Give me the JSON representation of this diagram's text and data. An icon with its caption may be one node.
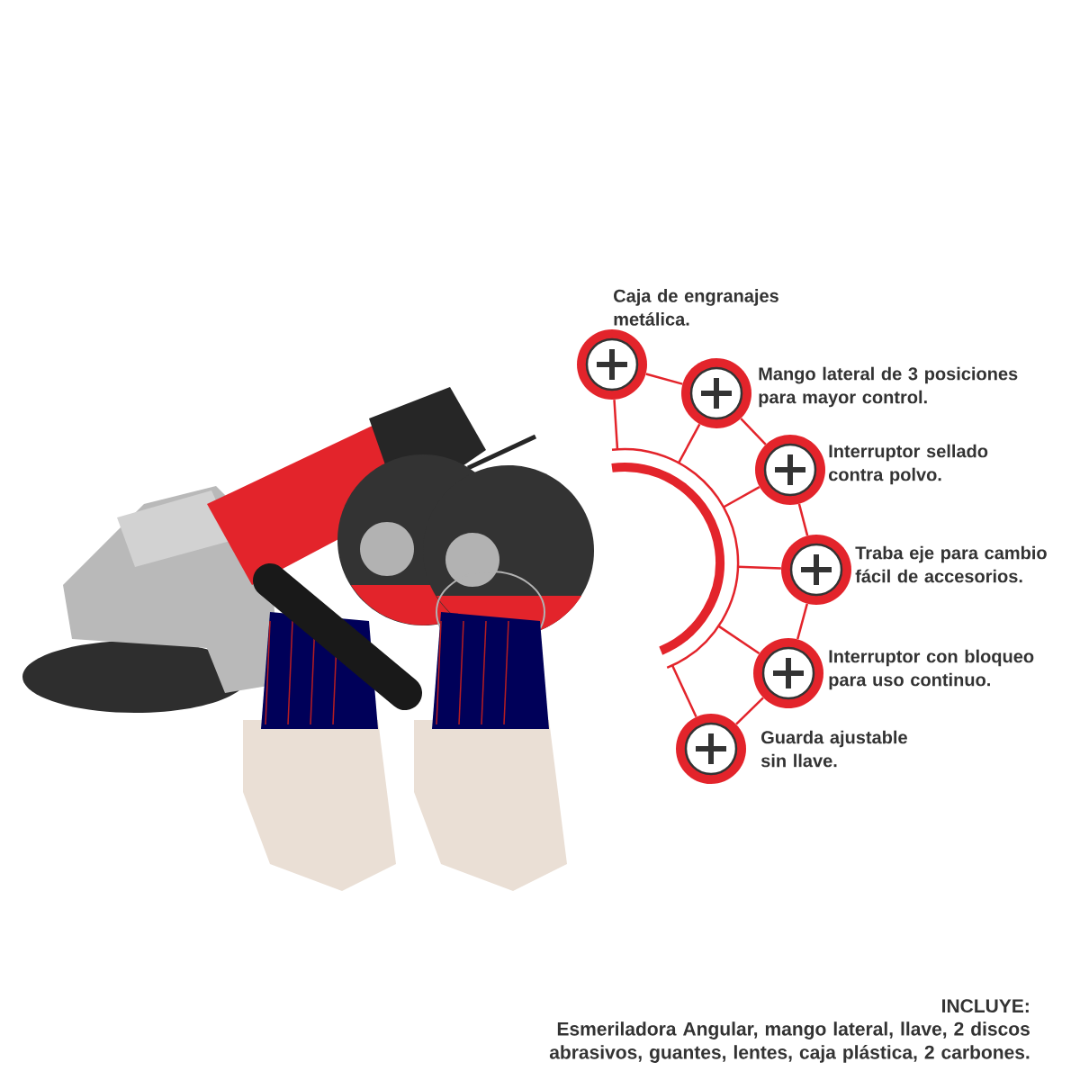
{
  "diagram": {
    "nodes": [
      {
        "text": [],
        "shape": "arc"
      },
      {
        "text": [],
        "shape": "circle",
        "beside": [
          "Caja de engranajes metálica."
        ]
      },
      {
        "text": [],
        "shape": "circle",
        "beside": [
          "Mango lateral de 3 posiciones para mayor control."
        ]
      },
      {
        "text": [],
        "shape": "circle",
        "beside": [
          "Interruptor sellado contra polvo."
        ]
      },
      {
        "text": [],
        "shape": "circle",
        "beside": [
          "Traba eje para cambio fácil de accesorios."
        ]
      },
      {
        "text": [],
        "shape": "circle",
        "beside": [
          "Interruptor con bloqueo para uso continuo."
        ]
      },
      {
        "text": [],
        "shape": "circle",
        "beside": [
          "Guarda ajustable sin llave."
        ]
      }
    ],
    "edges": [
      {
        "from": 1,
        "to": 2,
        "arrow": "none"
      },
      {
        "from": 2,
        "to": 3,
        "arrow": "none"
      },
      {
        "from": 3,
        "to": 4,
        "arrow": "none"
      },
      {
        "from": 4,
        "to": 5,
        "arrow": "none"
      },
      {
        "from": 5,
        "to": 6,
        "arrow": "none"
      },
      {
        "from": 0,
        "to": 1,
        "arrow": "none"
      },
      {
        "from": 0,
        "to": 2,
        "arrow": "none"
      },
      {
        "from": 0,
        "to": 3,
        "arrow": "none"
      },
      {
        "from": 0,
        "to": 4,
        "arrow": "none"
      },
      {
        "from": 0,
        "to": 5,
        "arrow": "none"
      },
      {
        "from": 0,
        "to": 6,
        "arrow": "none"
      }
    ],
    "labels": [
      "INCLUYE:",
      "Esmeriladora Angular, mango lateral, llave, 2 discos abrasivos, guantes, lentes, caja plástica, 2 carbones."
    ]
  }
}
